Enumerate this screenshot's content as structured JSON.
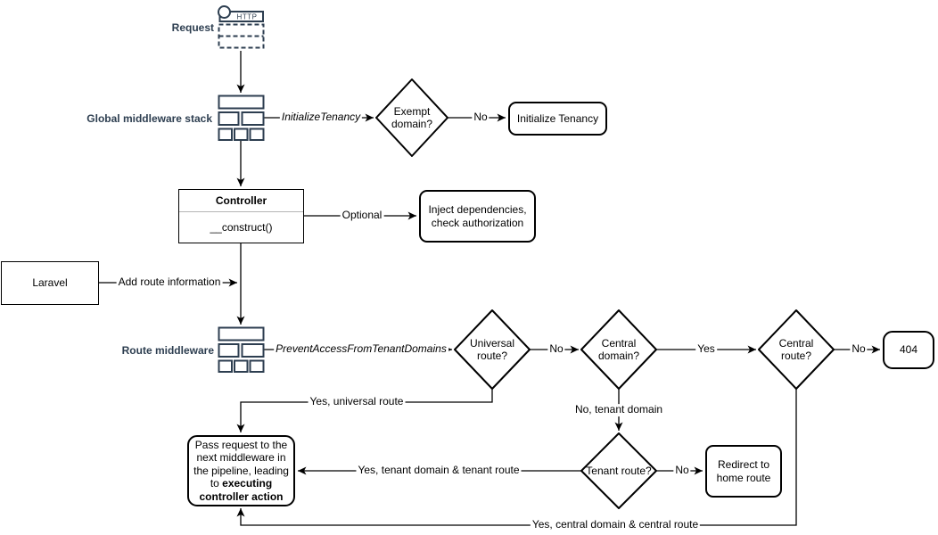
{
  "colors": {
    "stage_label": "#2d3e50",
    "icon_stroke": "#2d3e50",
    "line": "#000000",
    "shape_fill": "#ffffff"
  },
  "stages": {
    "request_label": "Request",
    "http_badge": "HTTP",
    "global_middleware_label": "Global middleware stack",
    "route_middleware_label": "Route middleware"
  },
  "shapes": {
    "exempt_domain": "Exempt domain?",
    "initialize_tenancy": "Initialize Tenancy",
    "controller_title": "Controller",
    "controller_method": "__construct()",
    "inject_dependencies": "Inject dependencies, check authorization",
    "laravel": "Laravel",
    "universal_route": "Universal route?",
    "central_domain": "Central domain?",
    "central_route": "Central route?",
    "error_404": "404",
    "tenant_route": "Tenant route?",
    "redirect_home": "Redirect to home route",
    "pass_request_prefix": "Pass request to the next middleware in the pipeline, leading to ",
    "pass_request_emphasis": "executing controller action"
  },
  "edge_labels": {
    "initialize_tenancy_middleware": "InitializeTenancy",
    "exempt_no": "No",
    "optional": "Optional",
    "add_route_information": "Add route information",
    "prevent_access_middleware": "PreventAccessFromTenantDomains",
    "universal_no": "No",
    "central_domain_yes": "Yes",
    "central_route_no": "No",
    "universal_yes": "Yes, universal route",
    "tenant_domain_no": "No, tenant domain",
    "tenant_yes": "Yes, tenant domain & tenant route",
    "tenant_no": "No",
    "central_yes": "Yes, central domain & central route"
  }
}
